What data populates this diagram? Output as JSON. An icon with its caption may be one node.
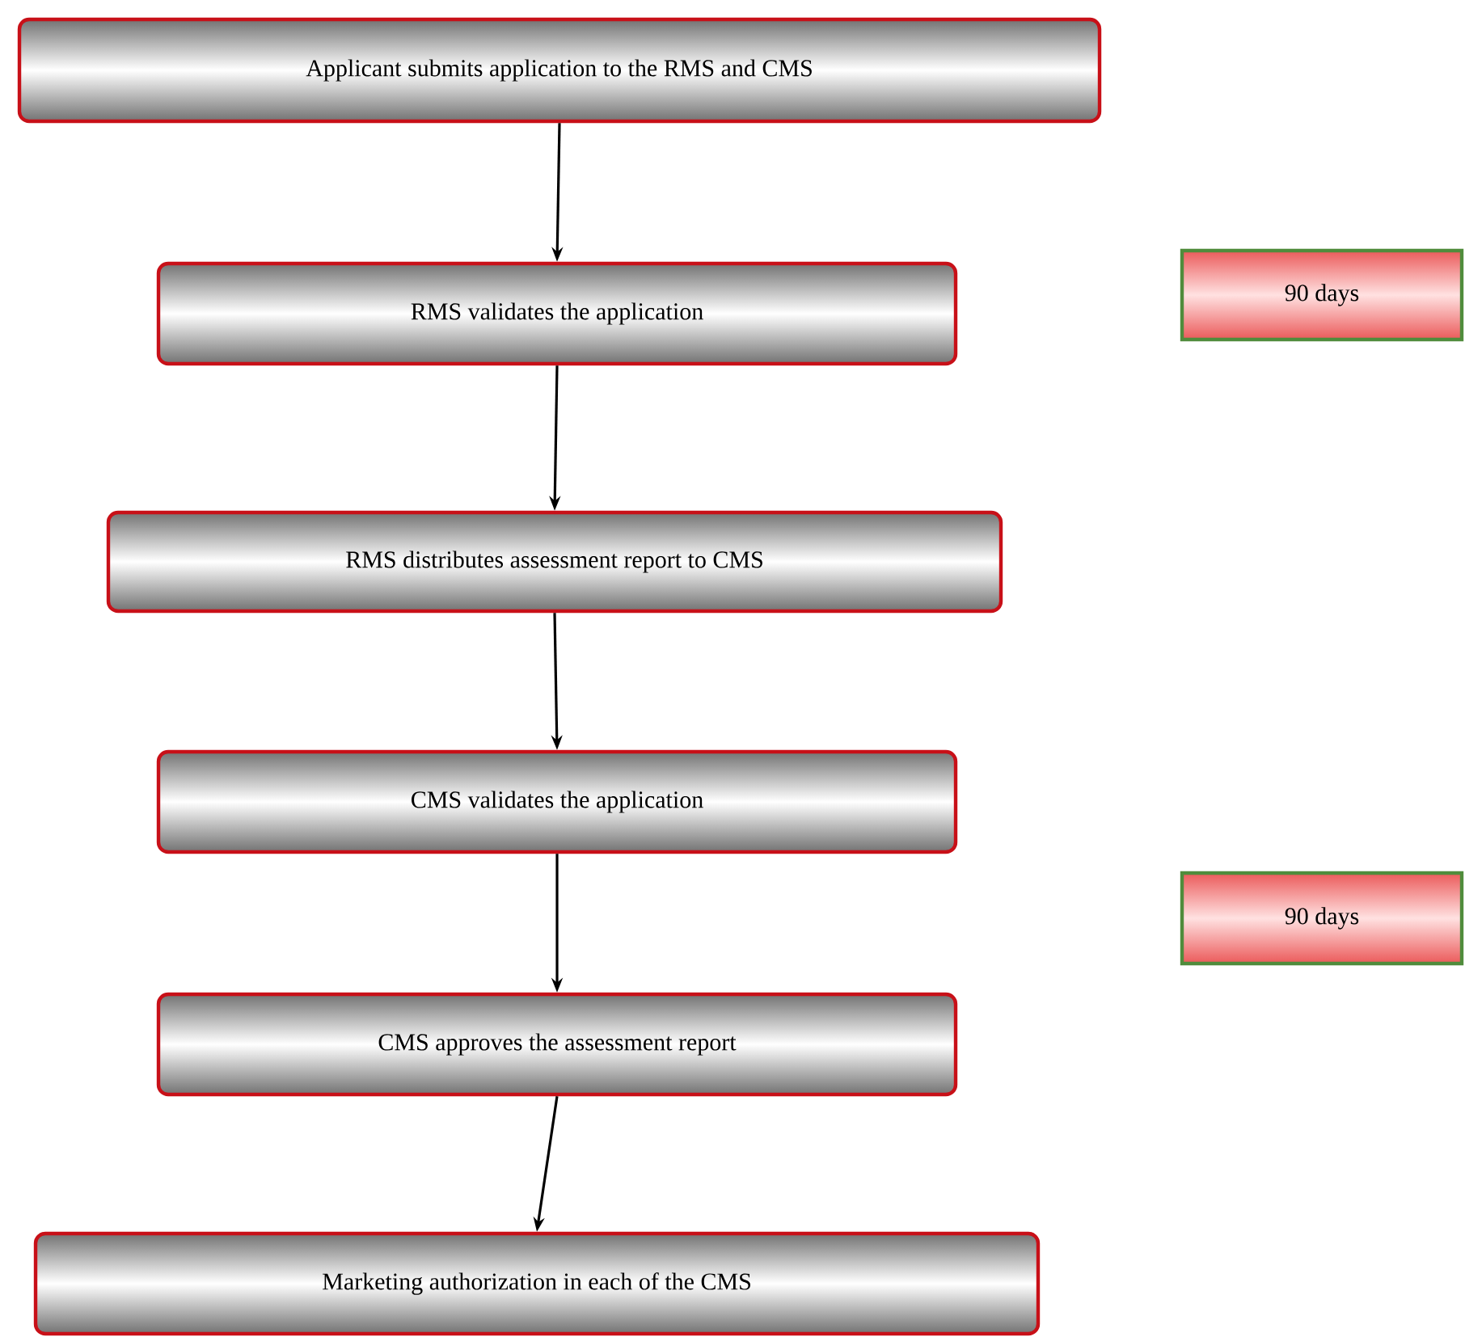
{
  "diagram": {
    "nodes": [
      {
        "text": [
          "Applicant submits application to the RMS and CMS"
        ]
      },
      {
        "text": [
          "RMS validates the application"
        ]
      },
      {
        "text": [
          "RMS distributes assessment report to CMS"
        ]
      },
      {
        "text": [
          "CMS validates the application"
        ]
      },
      {
        "text": [
          "CMS approves the assessment report"
        ]
      },
      {
        "text": [
          "Marketing authorization in each of the CMS"
        ]
      },
      {
        "text": [
          "90 days"
        ]
      },
      {
        "text": [
          "90 days"
        ]
      }
    ],
    "edges": [
      {
        "from": 0,
        "to": 1,
        "arrow": "to"
      },
      {
        "from": 1,
        "to": 2,
        "arrow": "to"
      },
      {
        "from": 2,
        "to": 3,
        "arrow": "to"
      },
      {
        "from": 3,
        "to": 4,
        "arrow": "to"
      },
      {
        "from": 4,
        "to": 5,
        "arrow": "to"
      }
    ]
  }
}
